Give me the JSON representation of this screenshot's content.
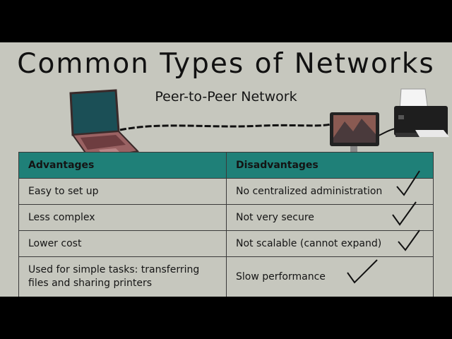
{
  "title": "Common Types of Networks",
  "subtitle": "Peer-to-Peer Network",
  "table": {
    "headers": [
      "Advantages",
      "Disadvantages"
    ],
    "rows": [
      {
        "advantage": "Easy to set up",
        "disadvantage": "No centralized administration"
      },
      {
        "advantage": "Less complex",
        "disadvantage": "Not very secure"
      },
      {
        "advantage": "Lower cost",
        "disadvantage": "Not scalable (cannot expand)"
      },
      {
        "advantage": "Used for simple tasks: transferring files and sharing printers",
        "disadvantage": "Slow performance"
      }
    ]
  },
  "icons": [
    "laptop-icon",
    "desktop-computer-icon",
    "printer-icon",
    "checkmark-icon"
  ]
}
